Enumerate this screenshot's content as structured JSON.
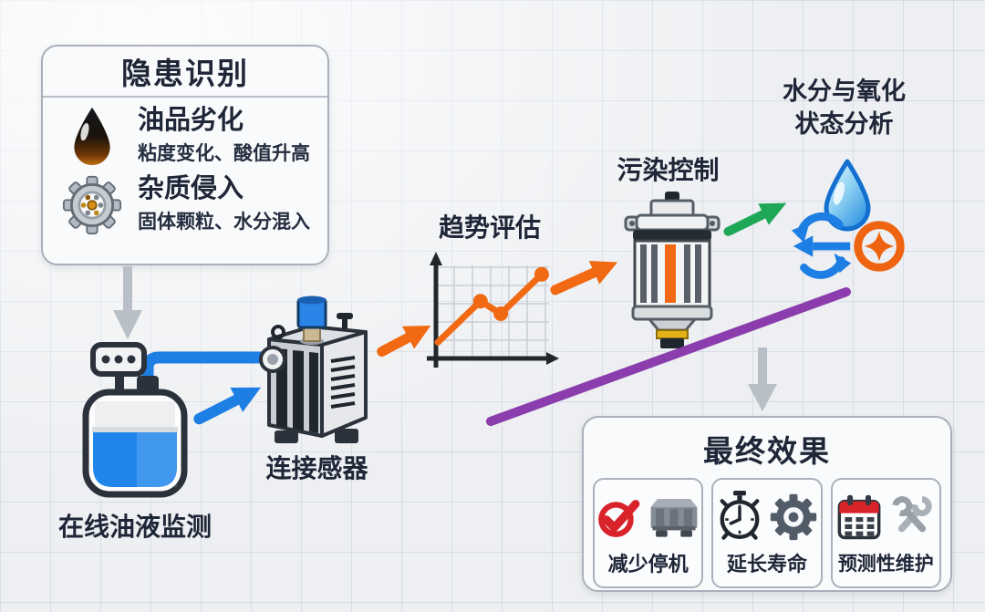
{
  "hazard_box": {
    "title": "隐患识别",
    "items": [
      {
        "icon": "oil-drop-icon",
        "title": "油品劣化",
        "subtitle": "粘度变化、酸值升高"
      },
      {
        "icon": "gear-icon",
        "title": "杂质侵入",
        "subtitle": "固体颗粒、水分混入"
      }
    ]
  },
  "nodes": {
    "tank_label": "在线油液监测",
    "sensor_label": "连接感器",
    "trend_label": "趋势评估",
    "filter_label": "污染控制",
    "analysis_line1": "水分与氧化",
    "analysis_line2": "状态分析"
  },
  "results_box": {
    "title": "最终效果",
    "items": [
      {
        "icons": [
          "check-circle-icon",
          "machine-icon"
        ],
        "label": "减少停机"
      },
      {
        "icons": [
          "stopwatch-icon",
          "gear-icon"
        ],
        "label": "延长寿命"
      },
      {
        "icons": [
          "calendar-icon",
          "crossed-wrenches-icon"
        ],
        "label": "预测性维护"
      }
    ]
  },
  "chart_data": {
    "type": "line",
    "title": "趋势评估",
    "x": [
      0,
      1.15,
      1.7,
      2.8
    ],
    "y": [
      16,
      62,
      48,
      92
    ],
    "x_range": [
      0,
      3
    ],
    "y_range": [
      0,
      100
    ],
    "xlabel": "",
    "ylabel": "",
    "grid": true,
    "line_color": "#f16a13"
  },
  "colors": {
    "text_navy": "#1e2637",
    "orange": "#f16a13",
    "blue": "#1d7fe3",
    "green": "#1ea757",
    "purple": "#8b3cad",
    "red": "#d8232a",
    "gray_arrow": "#b9bfc6"
  }
}
